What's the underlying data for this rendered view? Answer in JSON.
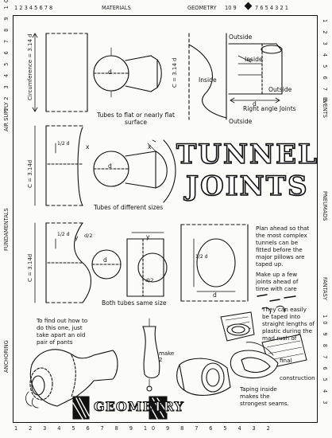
{
  "edges": {
    "top_left": "1 2 3 4 5 6 7 8",
    "top_materials": "MATERIALS",
    "top_geometry": "GEOMETRY",
    "top_right_a": "10 9",
    "top_right_b": "7 6 5 4 3 2 1",
    "bottom": "1 2 3 4 5 6 7 8 9 10 9 8 7 6 5 4 3 2",
    "left_numbers": "1 2 3 4 5 6 7 8 9 10",
    "left_air_supply": "AIR SUPPLY",
    "left_fundamentals": "FUNDAMENTALS",
    "left_anchoring": "ANCHORING",
    "right_numbers_top": "1 2 3 4 5 6 7 8",
    "right_events": "EVENTS",
    "right_pneumads": "PNEUMADS",
    "right_fantasy": "FANTASY",
    "right_numbers_bottom": "10 9 8 7 6 5 4 3"
  },
  "title": {
    "line1": "TUNNEL",
    "line2": "JOINTS"
  },
  "diagram_labels": {
    "circumference": "Circumference = 3.14 d",
    "c_314d_top": "C = 3.14 d",
    "c_314d_mid": "C = 3.14d",
    "c_314d_low": "C = 3.14d",
    "d": "d",
    "x": "x",
    "y": "y",
    "d_over_2": "d/2",
    "half_d_top": "1/2 d",
    "outside": "Outside",
    "inside": "Inside",
    "make_2": "make 2"
  },
  "captions": {
    "flat_surface": "Tubes to flat or nearly flat surface",
    "right_angle": "Right angle Joints",
    "different_sizes": "Tubes of different sizes",
    "same_size": "Both tubes same size"
  },
  "notes": {
    "plan_ahead": "Plan ahead so that the most complex tunnels can be fitted before the major pillows are taped up.",
    "make_up": "Make up a few joints ahead of time with care",
    "they_can": "They can easily be taped into straight lengths of plastic during the mad rush of",
    "final": "final",
    "construction": "construction",
    "taping_inside": "Taping inside makes the strongest seams.",
    "find_out": "To find out how to do this one, just take apart an old pair of pants"
  },
  "logo_text": "GEOMETRY"
}
